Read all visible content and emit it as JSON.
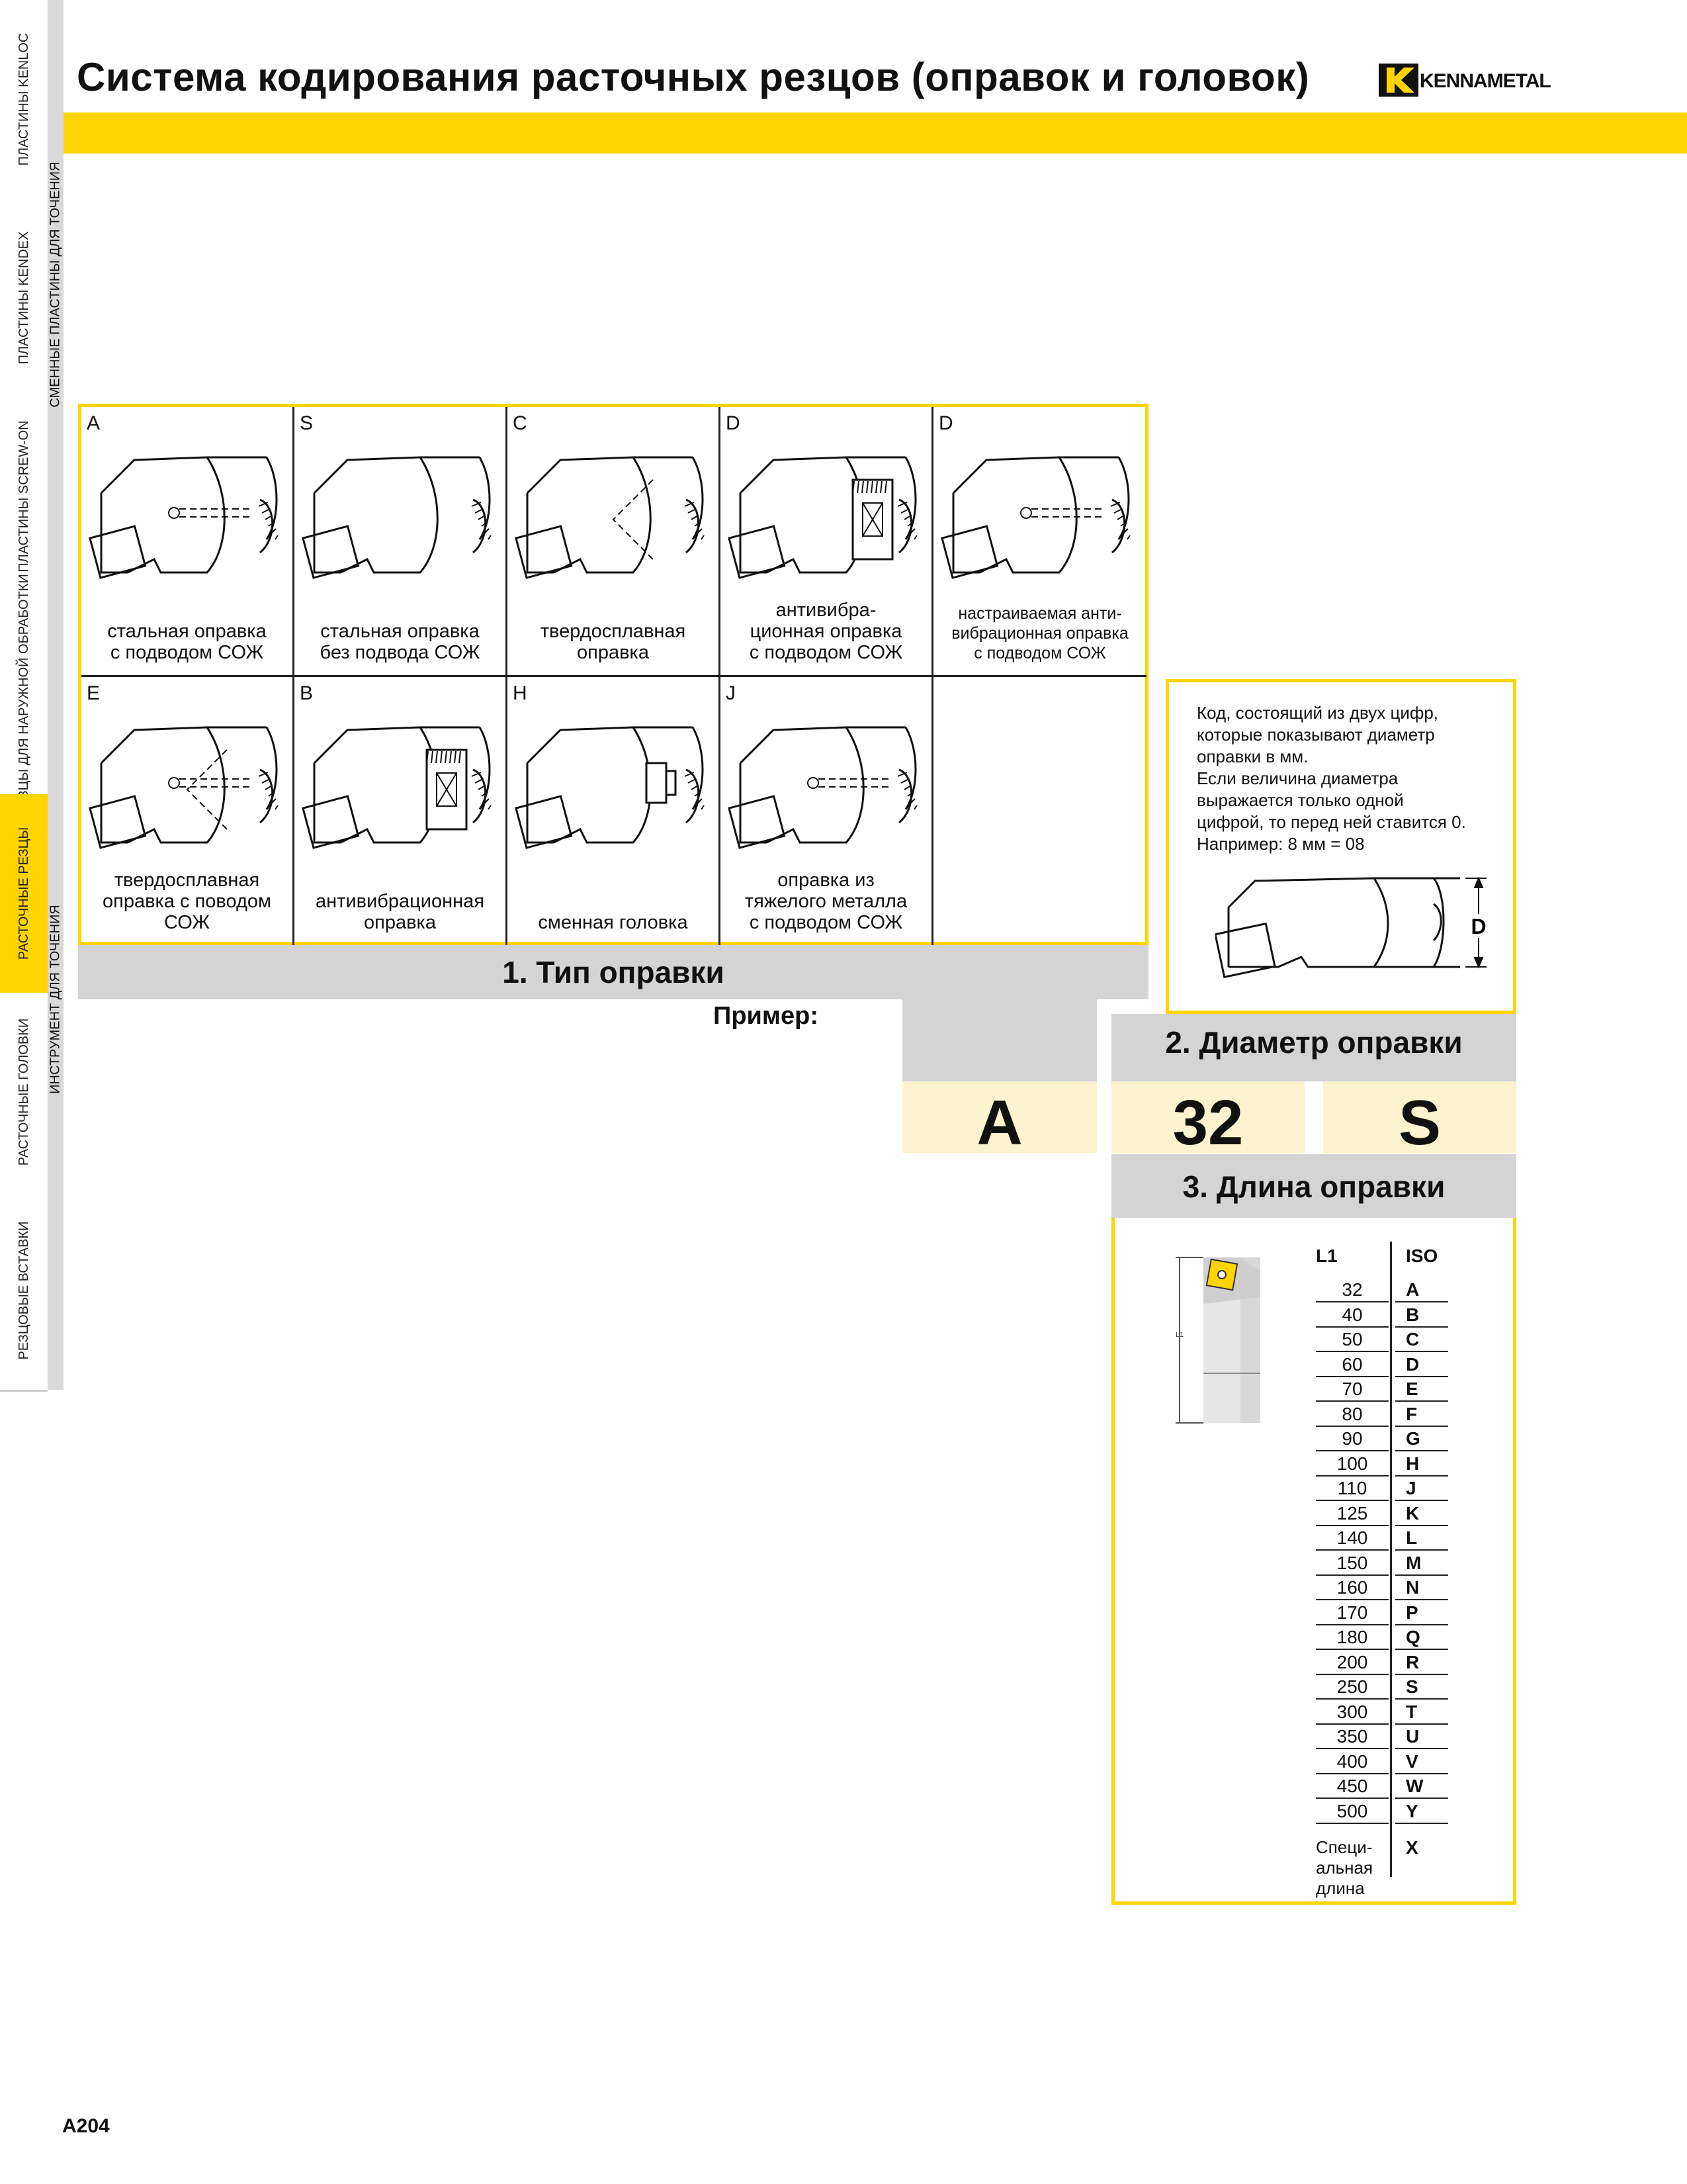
{
  "sidebar": {
    "tabs": [
      {
        "label": "ПЛАСТИНЫ KENLOC",
        "active": false
      },
      {
        "label": "ПЛАСТИНЫ KENDEX",
        "active": false
      },
      {
        "label": "ПЛАСТИНЫ SCREW-ON",
        "active": false
      },
      {
        "label": "РЕЗЦЫ ДЛЯ НАРУЖНОЙ ОБРАБОТКИ",
        "active": false
      },
      {
        "label": "РАСТОЧНЫЕ РЕЗЦЫ",
        "active": true
      },
      {
        "label": "РАСТОЧНЫЕ ГОЛОВКИ",
        "active": false
      },
      {
        "label": "РЕЗЦОВЫЕ ВСТАВКИ",
        "active": false
      }
    ],
    "group_labels": [
      "СМЕННЫЕ ПЛАСТИНЫ ДЛЯ ТОЧЕНИЯ",
      "ИНСТРУМЕНТ ДЛЯ ТОЧЕНИЯ"
    ]
  },
  "header": {
    "title": "Система кодирования расточных резцов (оправок и головок)",
    "logo_text": "KENNAMETAL"
  },
  "colors": {
    "accent": "#ffd400",
    "header_grey": "#d4d4d4",
    "cream": "#fdf3cf"
  },
  "type_section": {
    "heading": "1. Тип оправки",
    "types": [
      {
        "code": "A",
        "caption": "стальная оправка\nс подводом СОЖ"
      },
      {
        "code": "S",
        "caption": "стальная оправка\nбез подвода СОЖ"
      },
      {
        "code": "C",
        "caption": "твердосплавная\nоправка"
      },
      {
        "code": "D",
        "caption": "антивибра-\nционная оправка\nс подводом СОЖ"
      },
      {
        "code": "D",
        "caption": "настраиваемая анти-\nвибрационная оправка\nс подводом СОЖ"
      },
      {
        "code": "E",
        "caption": "твердосплавная\nоправка с поводом\nСОЖ"
      },
      {
        "code": "B",
        "caption": "антивибрационная\nоправка"
      },
      {
        "code": "H",
        "caption": "сменная головка"
      },
      {
        "code": "J",
        "caption": "оправка из\nтяжелого металла\nс подводом СОЖ"
      }
    ]
  },
  "example": {
    "label": "Пример:",
    "codes": [
      "A",
      "32",
      "S"
    ]
  },
  "diameter_section": {
    "heading": "2. Диаметр оправки",
    "text_lines": [
      "Код, состоящий из двух цифр,",
      "которые показывают диаметр",
      "оправки в мм.",
      "Если величина диаметра",
      "выражается только одной",
      "цифрой, то перед ней ставится 0.",
      "Например: 8 мм = 08"
    ],
    "dimension_label": "D"
  },
  "length_section": {
    "heading": "3. Длина оправки",
    "drawing_label": "L1",
    "col_l1": "L1",
    "col_iso": "ISO",
    "rows": [
      {
        "l1": "32",
        "iso": "A"
      },
      {
        "l1": "40",
        "iso": "B"
      },
      {
        "l1": "50",
        "iso": "C"
      },
      {
        "l1": "60",
        "iso": "D"
      },
      {
        "l1": "70",
        "iso": "E"
      },
      {
        "l1": "80",
        "iso": "F"
      },
      {
        "l1": "90",
        "iso": "G"
      },
      {
        "l1": "100",
        "iso": "H"
      },
      {
        "l1": "110",
        "iso": "J"
      },
      {
        "l1": "125",
        "iso": "K"
      },
      {
        "l1": "140",
        "iso": "L"
      },
      {
        "l1": "150",
        "iso": "M"
      },
      {
        "l1": "160",
        "iso": "N"
      },
      {
        "l1": "170",
        "iso": "P"
      },
      {
        "l1": "180",
        "iso": "Q"
      },
      {
        "l1": "200",
        "iso": "R"
      },
      {
        "l1": "250",
        "iso": "S"
      },
      {
        "l1": "300",
        "iso": "T"
      },
      {
        "l1": "350",
        "iso": "U"
      },
      {
        "l1": "400",
        "iso": "V"
      },
      {
        "l1": "450",
        "iso": "W"
      },
      {
        "l1": "500",
        "iso": "Y"
      }
    ],
    "special": {
      "l1": "Специ-\nальная\nдлина",
      "iso": "X"
    }
  },
  "page_number": "A204"
}
